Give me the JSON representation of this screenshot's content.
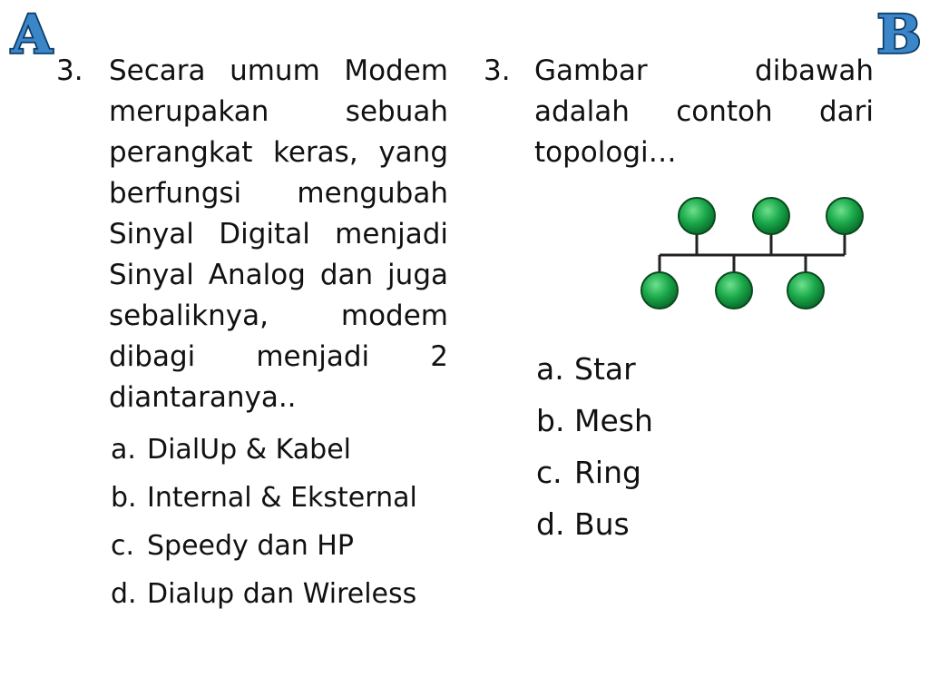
{
  "badges": {
    "a": "A",
    "b": "B"
  },
  "questions": [
    {
      "number": "3.",
      "text": "Secara umum Modem merupakan sebuah perangkat keras, yang berfungsi mengubah Sinyal Digital menjadi Sinyal Analog dan juga sebaliknya, modem dibagi menjadi 2 diantaranya..",
      "options": [
        {
          "letter": "a.",
          "text": "DialUp & Kabel"
        },
        {
          "letter": "b.",
          "text": "Internal & Eksternal"
        },
        {
          "letter": "c.",
          "text": "Speedy dan HP"
        },
        {
          "letter": "d.",
          "text": "Dialup dan Wireless"
        }
      ]
    },
    {
      "number": "3.",
      "text": "Gambar dibawah adalah contoh dari topologi…",
      "options": [
        {
          "letter": "a.",
          "text": "Star"
        },
        {
          "letter": "b.",
          "text": "Mesh"
        },
        {
          "letter": "c.",
          "text": "Ring"
        },
        {
          "letter": "d.",
          "text": "Bus"
        }
      ]
    }
  ],
  "colors": {
    "badge_fill": "#3a86c8",
    "badge_outline": "#0d3b66",
    "node": "#1aa84a"
  }
}
